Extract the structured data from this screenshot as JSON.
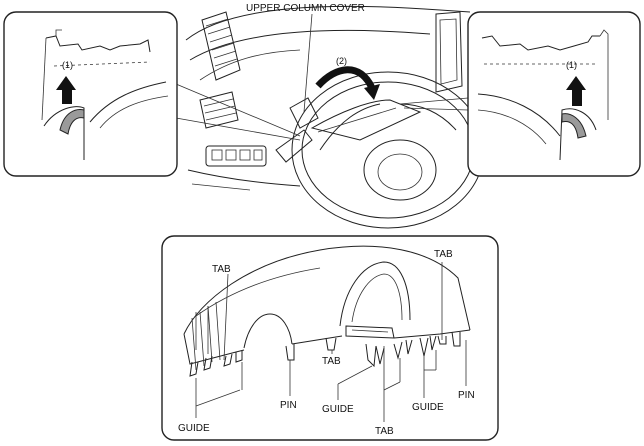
{
  "labels": {
    "upper_column_cover": "UPPER COLUMN COVER",
    "step_1_left": "(1)",
    "step_1_right": "(1)",
    "step_2": "(2)",
    "tab_left": "TAB",
    "tab_mid": "TAB",
    "tab_bottom": "TAB",
    "tab_right": "TAB",
    "guide_left": "GUIDE",
    "guide_mid": "GUIDE",
    "guide_right": "GUIDE",
    "pin_left": "PIN",
    "pin_right": "PIN"
  },
  "colors": {
    "line": "#222222",
    "arrow": "#111111",
    "background": "#ffffff"
  }
}
